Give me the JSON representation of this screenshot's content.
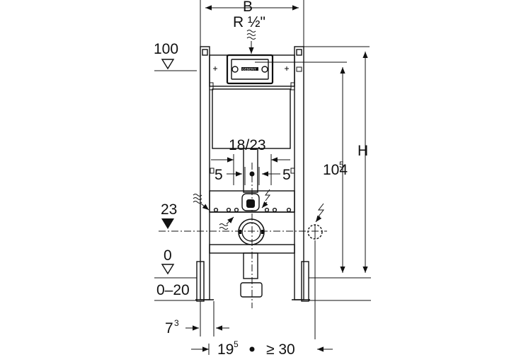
{
  "dimensions": {
    "width": "B",
    "pipe": "R ½\"",
    "top_level": "100",
    "outlet_level": "23",
    "floor_level": "0",
    "floor_range": "0–20",
    "spacing": "18/23",
    "offset_left": "5",
    "offset_right": "5",
    "height_main": "104",
    "height_main_sup": "5",
    "height_total": "H",
    "depth_left": "7",
    "depth_left_sup": "3",
    "depth_bottom": "19",
    "depth_bottom_sup": "5",
    "min_clearance": "≥ 30"
  },
  "brand": "GEBERIT"
}
